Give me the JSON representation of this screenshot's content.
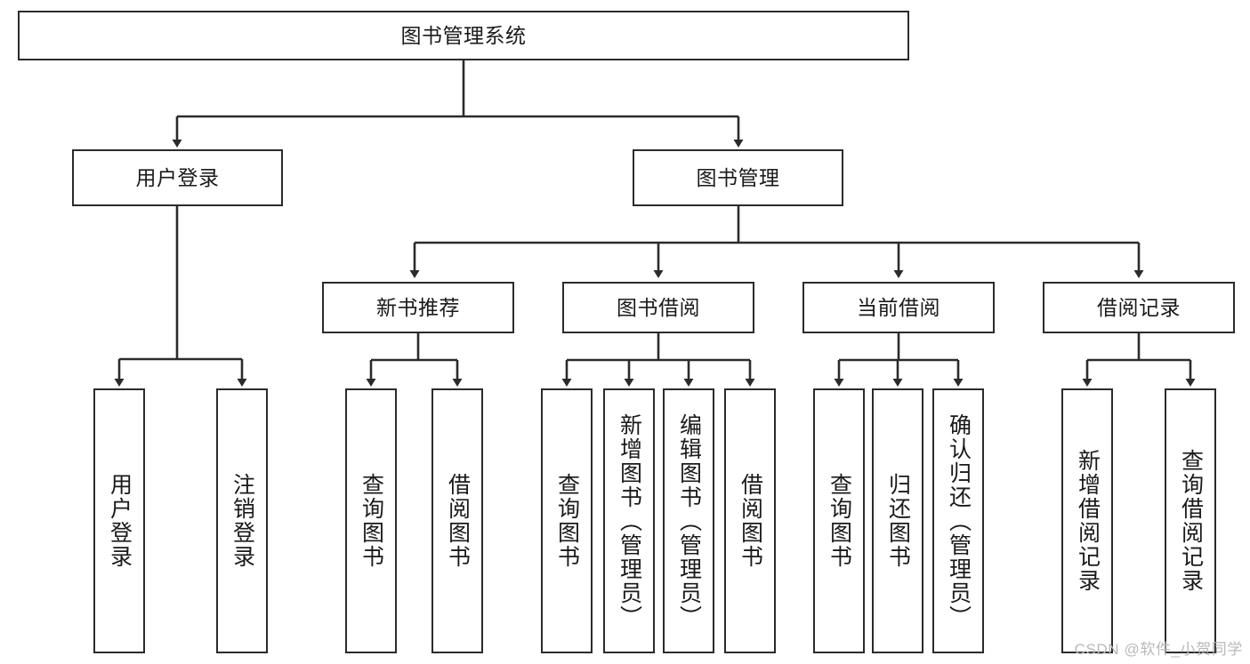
{
  "diagram": {
    "type": "tree-hierarchy-chart",
    "title": "图书管理系统",
    "root": {
      "id": "root",
      "label": "图书管理系统"
    },
    "level2": [
      {
        "id": "user-login",
        "label": "用户登录"
      },
      {
        "id": "book-management",
        "label": "图书管理"
      }
    ],
    "level3": [
      {
        "id": "new-book-recommend",
        "label": "新书推荐",
        "parent": "book-management"
      },
      {
        "id": "book-borrow",
        "label": "图书借阅",
        "parent": "book-management"
      },
      {
        "id": "current-borrow",
        "label": "当前借阅",
        "parent": "book-management"
      },
      {
        "id": "borrow-record",
        "label": "借阅记录",
        "parent": "book-management"
      }
    ],
    "leaves": {
      "user-login": [
        {
          "id": "leaf-user-login",
          "label": "用户登录"
        },
        {
          "id": "leaf-user-logout",
          "label": "注销登录"
        }
      ],
      "new-book-recommend": [
        {
          "id": "leaf-query-book-1",
          "label": "查询图书"
        },
        {
          "id": "leaf-borrow-book-1",
          "label": "借阅图书"
        }
      ],
      "book-borrow": [
        {
          "id": "leaf-query-book-2",
          "label": "查询图书"
        },
        {
          "id": "leaf-add-book",
          "label": "新增图书（管理员）"
        },
        {
          "id": "leaf-edit-book",
          "label": "编辑图书（管理员）"
        },
        {
          "id": "leaf-borrow-book-2",
          "label": "借阅图书"
        }
      ],
      "current-borrow": [
        {
          "id": "leaf-query-book-3",
          "label": "查询图书"
        },
        {
          "id": "leaf-return-book",
          "label": "归还图书"
        },
        {
          "id": "leaf-confirm-return",
          "label": "确认归还（管理员）"
        }
      ],
      "borrow-record": [
        {
          "id": "leaf-add-record",
          "label": "新增借阅记录"
        },
        {
          "id": "leaf-query-record",
          "label": "查询借阅记录"
        }
      ]
    },
    "colors": {
      "stroke": "#2b2b2b",
      "fill": "#ffffff",
      "text": "#1a1a1a",
      "watermark": "#b9b9b9"
    }
  },
  "watermark": {
    "text": "CSDN @软件_小贺同学"
  }
}
